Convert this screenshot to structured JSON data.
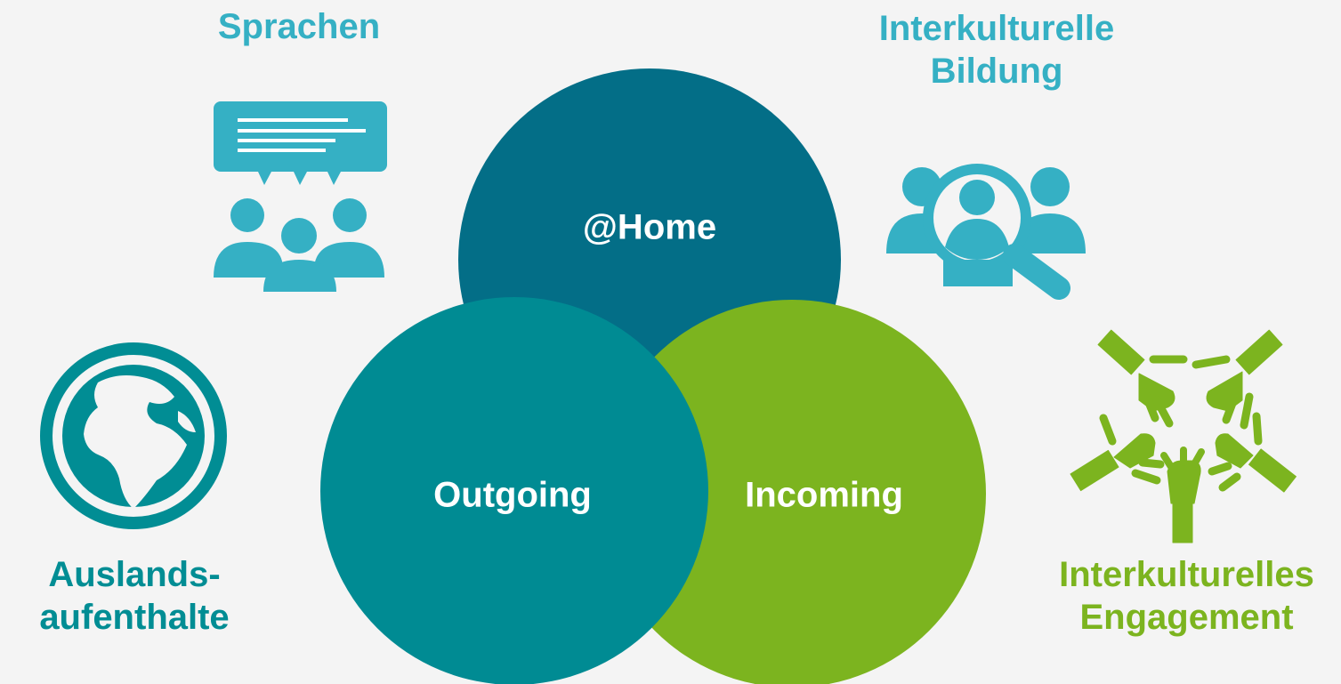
{
  "corner_labels": {
    "top_left": [
      "Sprachen"
    ],
    "top_right": [
      "Interkulturelle",
      "Bildung"
    ],
    "bottom_left": [
      "Auslands-",
      "aufenthalte"
    ],
    "bottom_right": [
      "Interkulturelles",
      "Engagement"
    ]
  },
  "circles": {
    "top": "@Home",
    "left": "Outgoing",
    "right": "Incoming"
  },
  "icons": {
    "top_left": "speech-group-icon",
    "top_right": "people-search-icon",
    "bottom_left": "globe-icon",
    "bottom_right": "hands-circle-icon"
  },
  "colors": {
    "background": "#f4f4f4",
    "light_teal": "#35b0c4",
    "dark_teal": "#036e87",
    "teal": "#008b93",
    "green": "#7cb41f",
    "label_teal": "#35b0c4",
    "label_teal_dark": "#018d94",
    "label_green": "#7cb41f"
  }
}
